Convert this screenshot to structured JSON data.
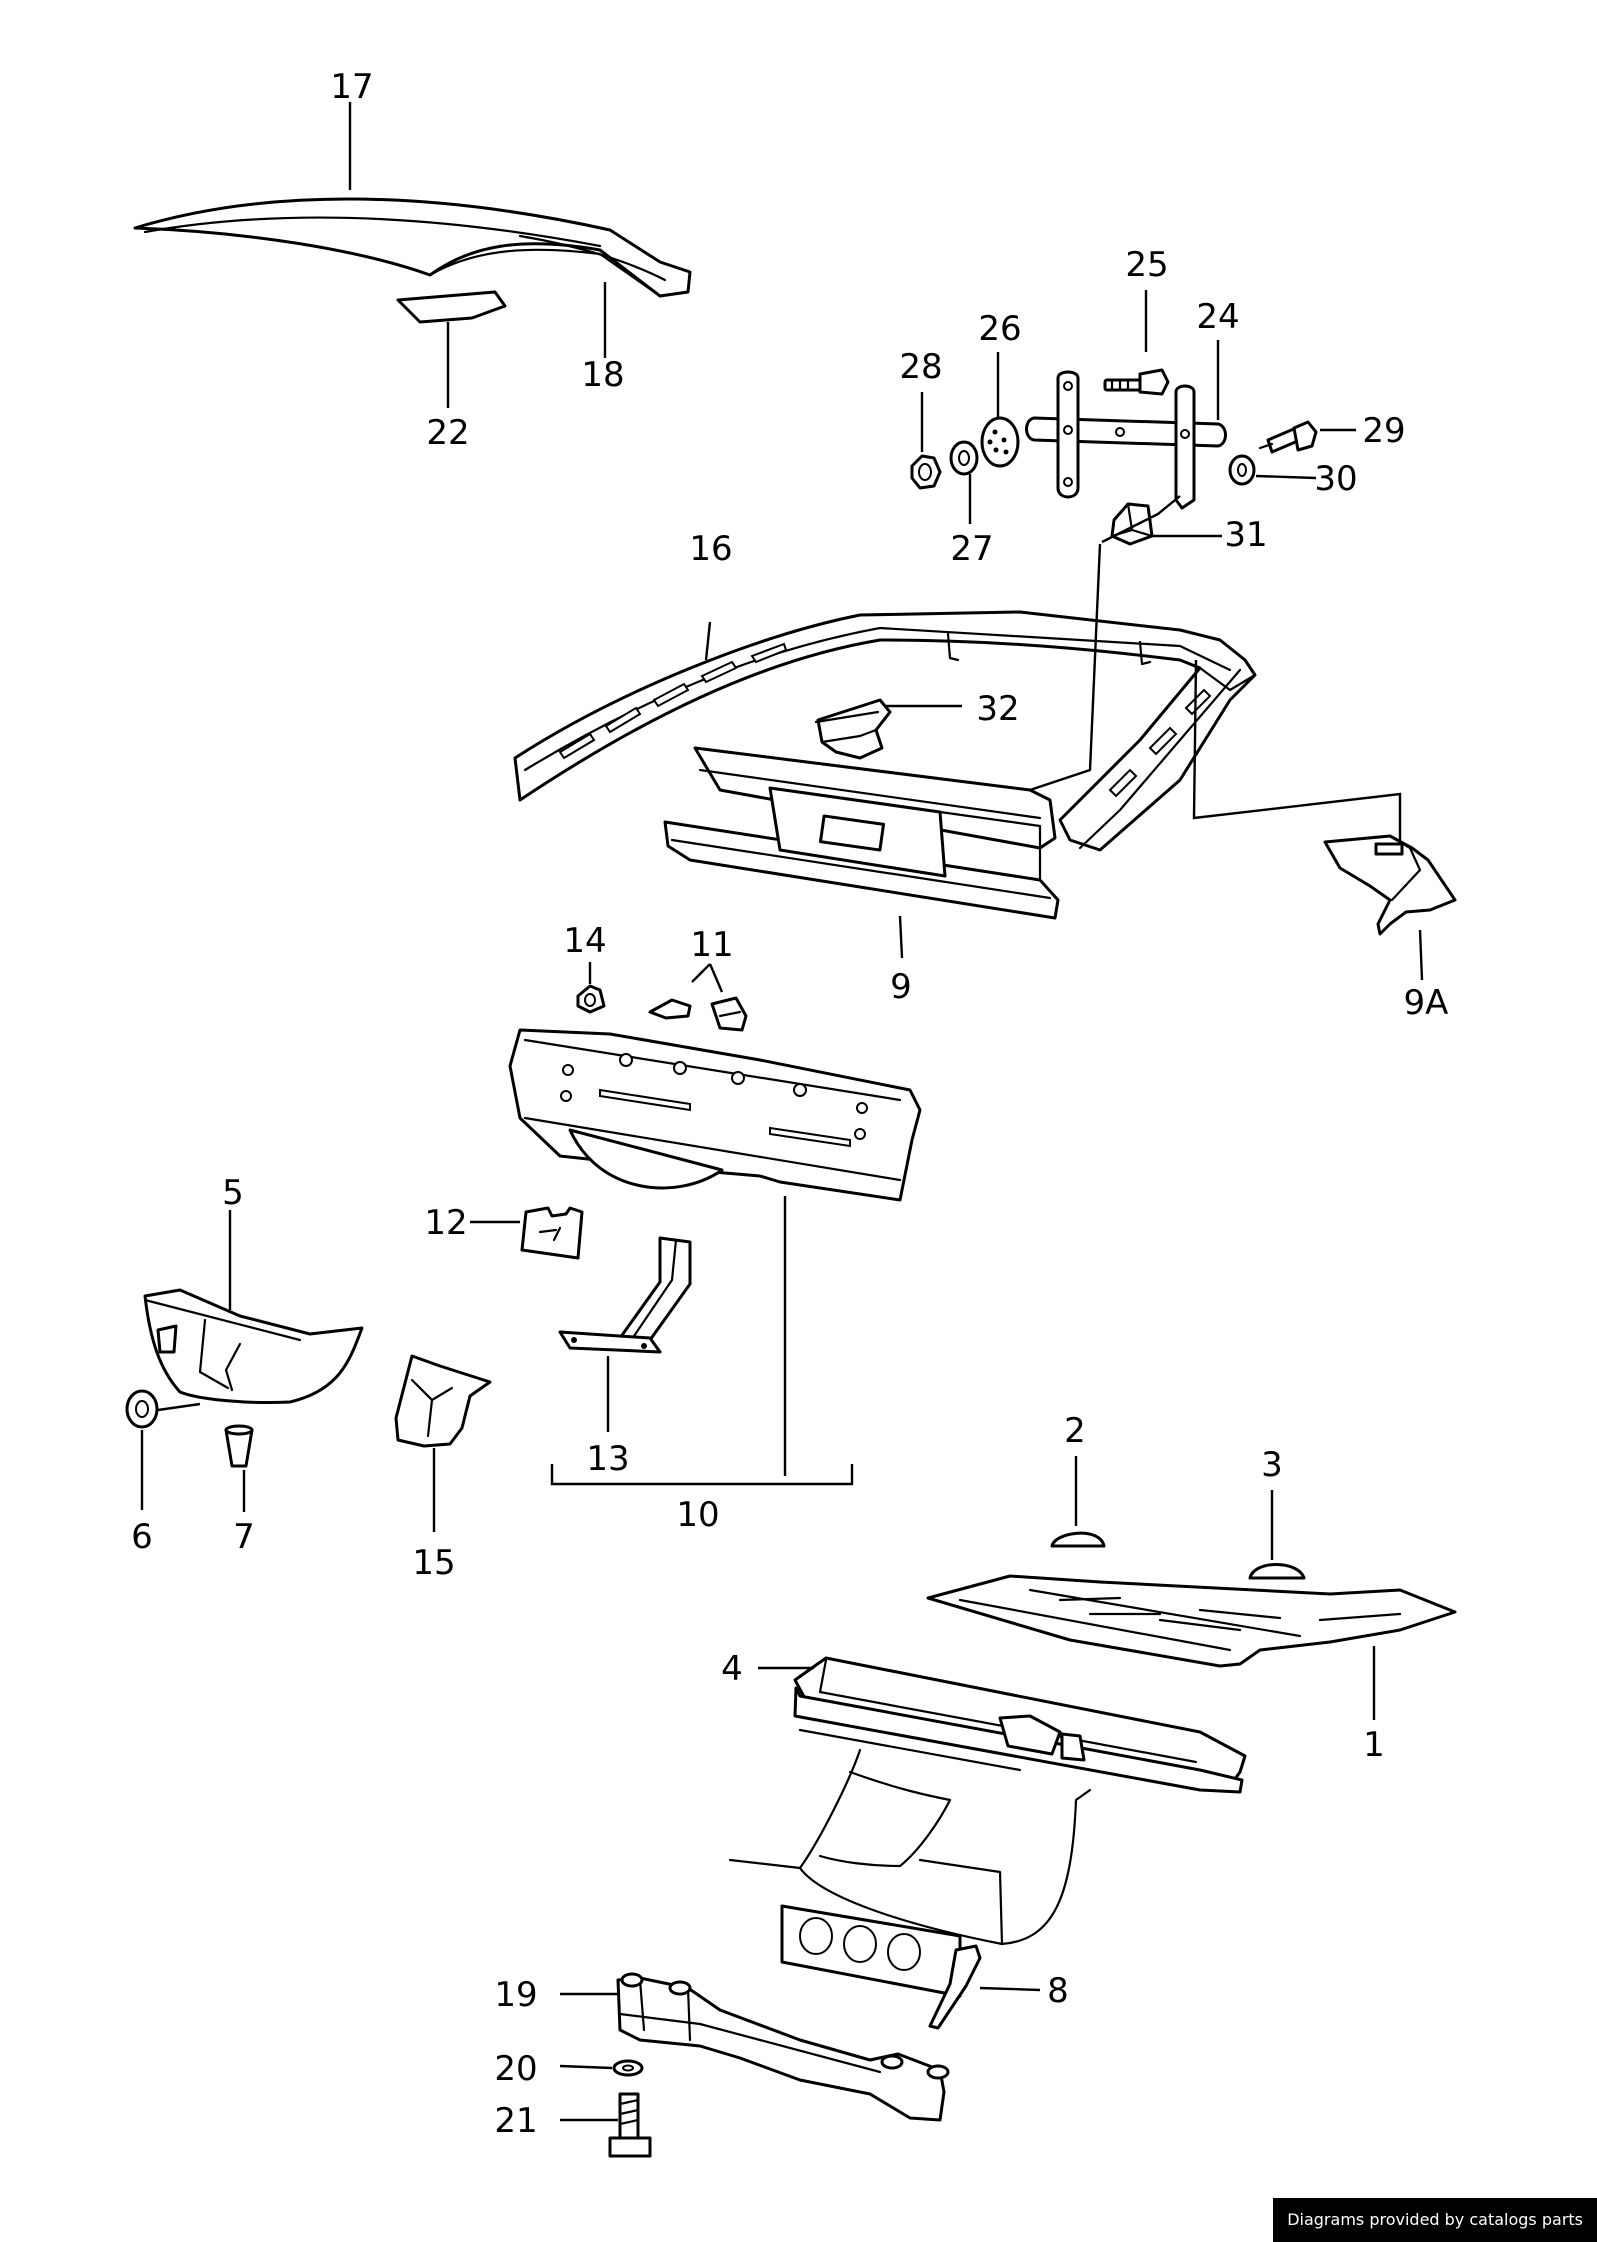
{
  "diagram": {
    "callouts": [
      "17",
      "18",
      "22",
      "25",
      "24",
      "26",
      "28",
      "29",
      "30",
      "27",
      "31",
      "16",
      "32",
      "9",
      "9A",
      "14",
      "11",
      "5",
      "12",
      "13",
      "10",
      "6",
      "7",
      "15",
      "2",
      "3",
      "4",
      "1",
      "8",
      "19",
      "20",
      "21"
    ]
  },
  "footer": {
    "credit": "Diagrams provided by catalogs parts"
  }
}
